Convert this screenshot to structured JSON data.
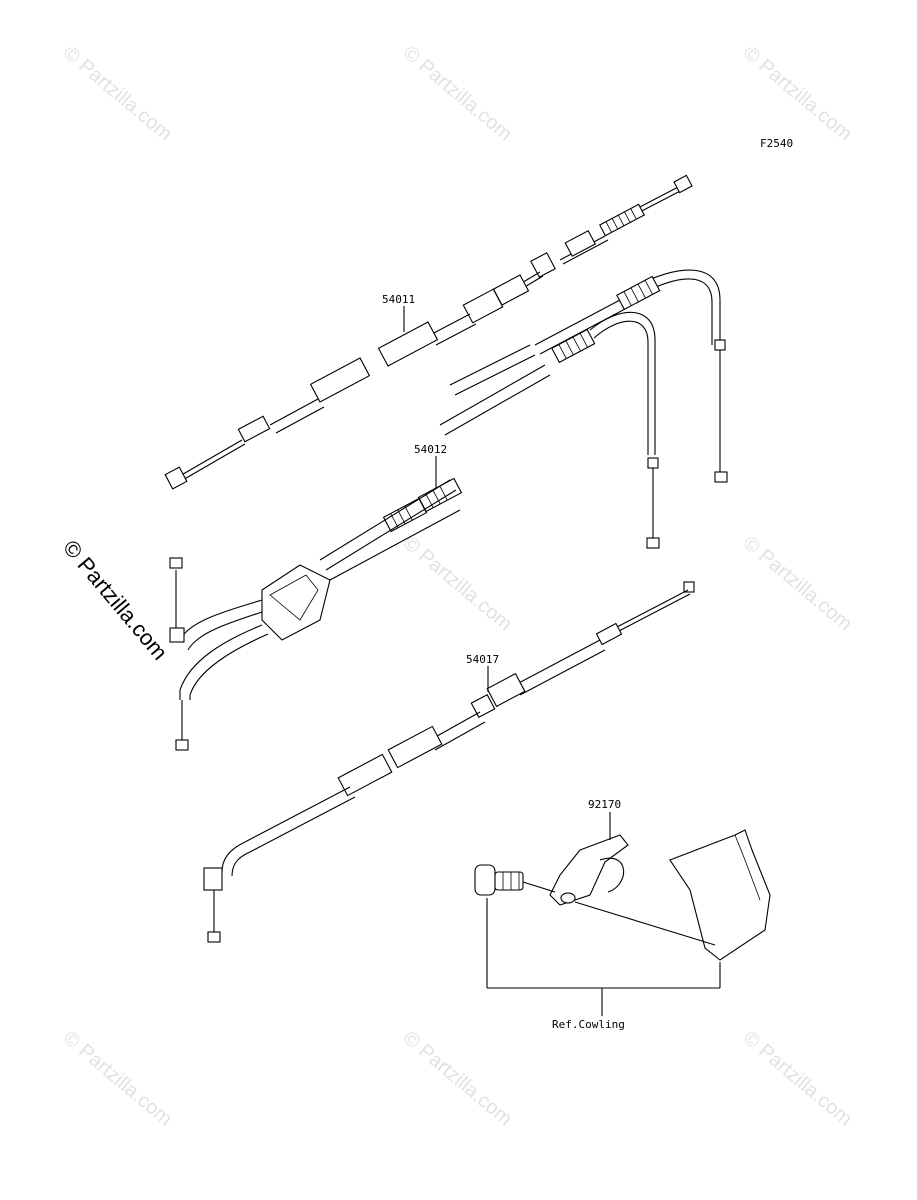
{
  "diagram_code": "F2540",
  "watermark_text": "© Partzilla.com",
  "parts": [
    {
      "number": "54011"
    },
    {
      "number": "54012"
    },
    {
      "number": "54017"
    },
    {
      "number": "92170"
    }
  ],
  "reference_label": "Ref.Cowling",
  "colors": {
    "line": "#000000",
    "watermark": "#e2e2e2",
    "background": "#ffffff"
  }
}
